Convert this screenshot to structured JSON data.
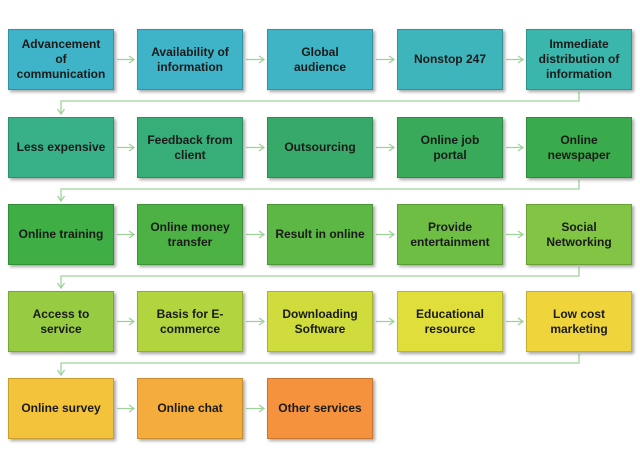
{
  "rows": [
    {
      "items": [
        {
          "label": "Advancement of communication",
          "color": "#3fb4c8"
        },
        {
          "label": "Availability of information",
          "color": "#3fb4c8"
        },
        {
          "label": "Global audience",
          "color": "#3fb4c4"
        },
        {
          "label": "Nonstop 247",
          "color": "#3db5bb"
        },
        {
          "label": "Immediate distribution of information",
          "color": "#3bb6ac"
        }
      ]
    },
    {
      "items": [
        {
          "label": "Less expensive",
          "color": "#38b088"
        },
        {
          "label": "Feedback from client",
          "color": "#37ad77"
        },
        {
          "label": "Outsourcing",
          "color": "#37aa6a"
        },
        {
          "label": "Online job portal",
          "color": "#38aa5a"
        },
        {
          "label": "Online newspaper",
          "color": "#3aab4c"
        }
      ]
    },
    {
      "items": [
        {
          "label": "Online training",
          "color": "#3fae45"
        },
        {
          "label": "Online money transfer",
          "color": "#4db244"
        },
        {
          "label": "Result in online",
          "color": "#5cb744"
        },
        {
          "label": "Provide entertainment",
          "color": "#6fbe44"
        },
        {
          "label": "Social Networking",
          "color": "#82c444"
        }
      ]
    },
    {
      "items": [
        {
          "label": "Access to service",
          "color": "#96cb42"
        },
        {
          "label": "Basis for E-commerce",
          "color": "#b2d43e"
        },
        {
          "label": "Downloading Software",
          "color": "#cfdc3b"
        },
        {
          "label": "Educational resource",
          "color": "#e0de3a"
        },
        {
          "label": "Low cost marketing",
          "color": "#efd53b"
        }
      ]
    },
    {
      "items": [
        {
          "label": "Online survey",
          "color": "#f2c33b"
        },
        {
          "label": "Online chat",
          "color": "#f4ac3c"
        },
        {
          "label": "Other services",
          "color": "#f5923d"
        }
      ]
    }
  ],
  "colors": {
    "connector": "#9fd29a"
  }
}
